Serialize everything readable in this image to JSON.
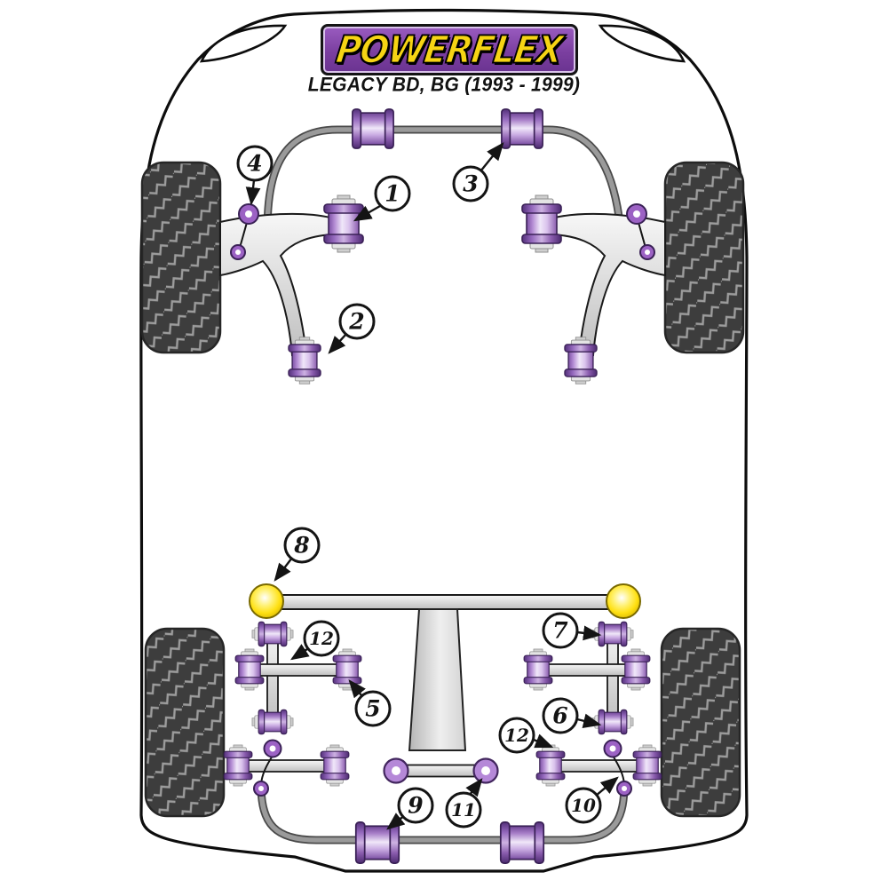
{
  "header": {
    "brand": "POWERFLEX",
    "model": "LEGACY BD, BG (1993 - 1999)"
  },
  "callouts": [
    "1",
    "2",
    "3",
    "4",
    "5",
    "6",
    "7",
    "8",
    "9",
    "10",
    "11",
    "12",
    "12"
  ],
  "colors": {
    "logo_purple": "#7b3fa0",
    "logo_yellow": "#f6d414",
    "bushing_purple_dark": "#54307a",
    "bushing_purple_mid": "#9468bd",
    "bushing_purple_light": "#eee4f8",
    "ball_yellow": "#ffe012",
    "bar_gray": "#969696",
    "arm_gray": "#d9d9d9",
    "tire_dark": "#3d3d3d",
    "tread_light": "#9c9c9c",
    "outline_black": "#141414"
  }
}
